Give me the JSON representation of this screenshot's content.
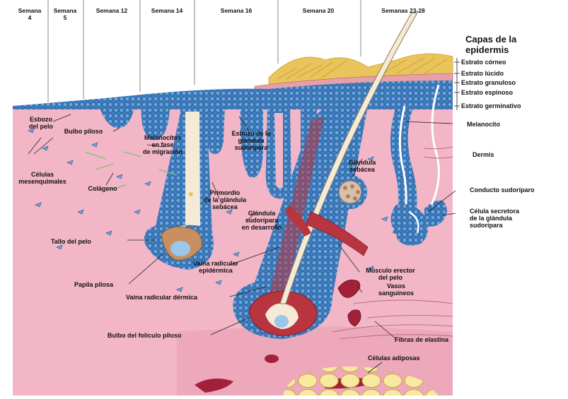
{
  "weeks": [
    "Semana 4",
    "Semana 5",
    "Semana 12",
    "Semana 14",
    "Semana 16",
    "Semana 20",
    "Semanas 23-28"
  ],
  "epidermis": {
    "title_line1": "Capas de la",
    "title_line2": "epidermis",
    "layers": [
      "Estrato córneo",
      "Estrato lúcido",
      "Estrato granuloso",
      "Estrato espinoso",
      "Estrato germinativo"
    ]
  },
  "labels": {
    "esbozo_pelo_1": "Esbozo",
    "esbozo_pelo_2": "del pelo",
    "bulbo_piloso": "Bulbo piloso",
    "melanocitos_1": "Melanocitos",
    "melanocitos_2": "en fase",
    "melanocitos_3": "de migración",
    "celulas_1": "Células",
    "celulas_2": "mesenquimales",
    "colageno": "Colágeno",
    "esbozo_glandula_1": "Esbozo de la",
    "esbozo_glandula_2": "glándula",
    "esbozo_glandula_3": "sudorípara",
    "glandula_sebacea_1": "Glándula",
    "glandula_sebacea_2": "sebácea",
    "primordio_1": "Primordio",
    "primordio_2": "de la glándula",
    "primordio_3": "sebácea",
    "glandula_sud_1": "Glándula",
    "glandula_sud_2": "sudorípara",
    "glandula_sud_3": "en desarrollo",
    "tallo_pelo": "Tallo del pelo",
    "papila_pilosa": "Papila pilosa",
    "vaina_epi_1": "Vaina radicular",
    "vaina_epi_2": "epidérmica",
    "vaina_dermica": "Vaina radicular dérmica",
    "bulbo_foliculo": "Bulbo del folículo piloso",
    "melanocito": "Melanocito",
    "dermis": "Dermis",
    "conducto_sudoriparo": "Conducto sudoríparo",
    "celula_secretora_1": "Célula secretora",
    "celula_secretora_2": "de la glándula",
    "celula_secretora_3": "sudorípara",
    "musculo_1": "Músculo erector",
    "musculo_2": "del pelo",
    "vasos_1": "Vasos",
    "vasos_2": "sanguíneos",
    "fibras_elastina": "Fibras de elastina",
    "celulas_adiposas": "Células adiposas"
  },
  "colors": {
    "dermis": "#f2b6c6",
    "epidermis_cell": "#3f7fc2",
    "cell_outline": "#1e4f8a",
    "hair_shaft": "#f4ead6",
    "keratin": "#e9c45a",
    "fat": "#f7e9a0",
    "vessel": "#a3203a",
    "muscle": "#b8343f"
  }
}
